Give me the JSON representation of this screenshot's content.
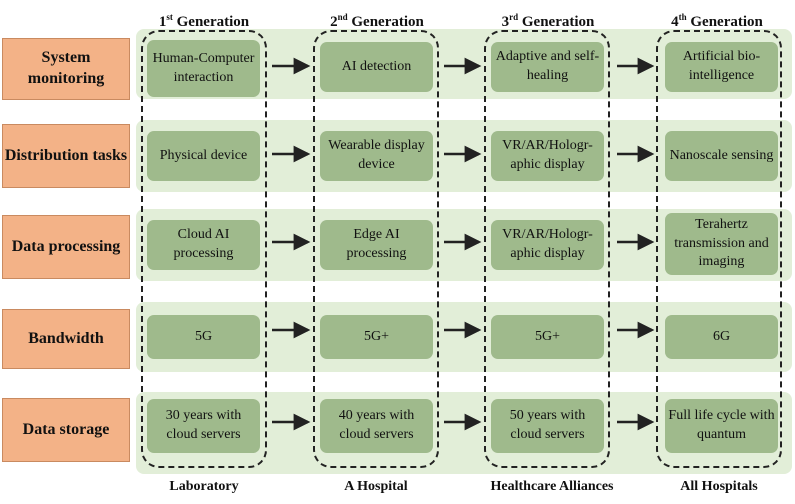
{
  "generations": [
    {
      "num": "1",
      "sup": "st",
      "label": "Generation",
      "footer": "Laboratory"
    },
    {
      "num": "2",
      "sup": "nd",
      "label": "Generation",
      "footer": "A Hospital"
    },
    {
      "num": "3",
      "sup": "rd",
      "label": "Generation",
      "footer": "Healthcare Alliances"
    },
    {
      "num": "4",
      "sup": "th",
      "label": "Generation",
      "footer": "All Hospitals"
    }
  ],
  "rows": [
    {
      "label": "System monitoring",
      "cells": [
        "Human-Computer interaction",
        "AI detection",
        "Adaptive and self-healing",
        "Artificial bio-intelligence"
      ]
    },
    {
      "label": "Distribution tasks",
      "cells": [
        "Physical device",
        "Wearable display device",
        "VR/AR/Hologr-aphic display",
        "Nanoscale sensing"
      ]
    },
    {
      "label": "Data processing",
      "cells": [
        "Cloud AI processing",
        "Edge AI processing",
        "VR/AR/Hologr-aphic display",
        "Terahertz transmission and imaging"
      ]
    },
    {
      "label": "Bandwidth",
      "cells": [
        "5G",
        "5G+",
        "5G+",
        "6G"
      ]
    },
    {
      "label": "Data storage",
      "cells": [
        "30 years with cloud servers",
        "40 years with cloud servers",
        "50 years with cloud servers",
        "Full life cycle with quantum"
      ]
    }
  ],
  "colors": {
    "label_fill": "#f3b287",
    "band_fill": "#e2eed8",
    "cell_fill": "#9fba8c",
    "arrow": "#222222"
  }
}
